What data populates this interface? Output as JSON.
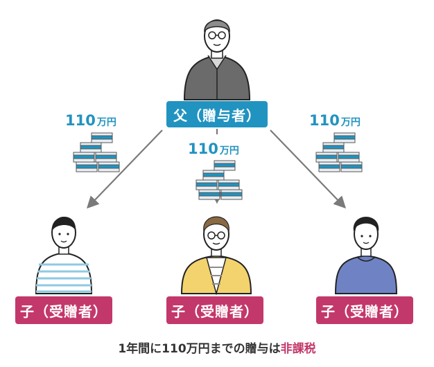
{
  "giver": {
    "label": "父（贈与者）"
  },
  "transfers": [
    {
      "amount": "110",
      "unit": "万円"
    },
    {
      "amount": "110",
      "unit": "万円"
    },
    {
      "amount": "110",
      "unit": "万円"
    }
  ],
  "recipients": [
    {
      "label": "子（受贈者）"
    },
    {
      "label": "子（受贈者）"
    },
    {
      "label": "子（受贈者）"
    }
  ],
  "footer": {
    "text": "1年間に110万円までの贈与は",
    "highlight": "非課税"
  },
  "colors": {
    "giver_box": "#2193c0",
    "recipient_box": "#c3386a",
    "amount_text": "#2193c0",
    "arrow": "#7a7a7a",
    "highlight_text": "#c3386a",
    "money_band": "#2193c0"
  }
}
